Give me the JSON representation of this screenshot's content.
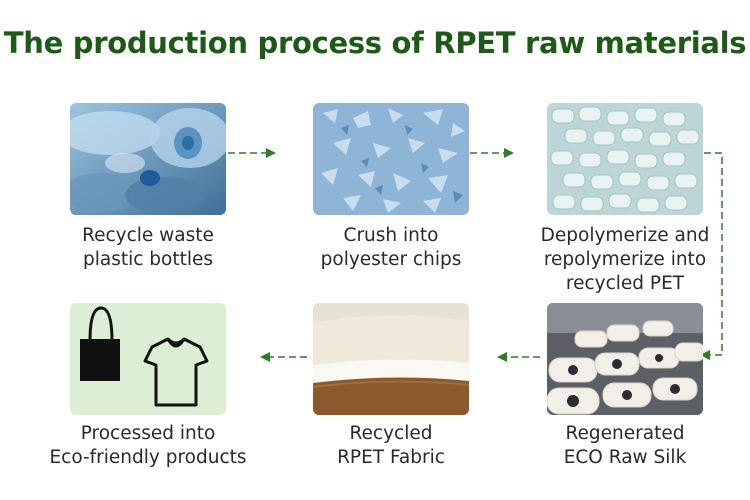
{
  "title": "The production process of RPET raw materials",
  "steps": [
    {
      "icon": "plastic-bottles-photo",
      "lines": [
        "Recycle waste",
        "plastic bottles"
      ]
    },
    {
      "icon": "polyester-chips-photo",
      "lines": [
        "Crush into",
        "polyester chips"
      ]
    },
    {
      "icon": "recycled-pet-pellets-photo",
      "lines": [
        "Depolymerize and",
        "repolymerize into",
        "recycled PET"
      ]
    },
    {
      "icon": "yarn-spools-photo",
      "lines": [
        "Regenerated",
        "ECO Raw Silk"
      ]
    },
    {
      "icon": "rpet-fabric-photo",
      "lines": [
        "Recycled",
        "RPET Fabric"
      ]
    },
    {
      "icon": "eco-products-icon",
      "lines": [
        "Processed into",
        "Eco-friendly products"
      ]
    }
  ],
  "colors": {
    "title": "#1d5a18",
    "arrow": "#2e7d2a",
    "products_bg": "#dcefd5"
  }
}
